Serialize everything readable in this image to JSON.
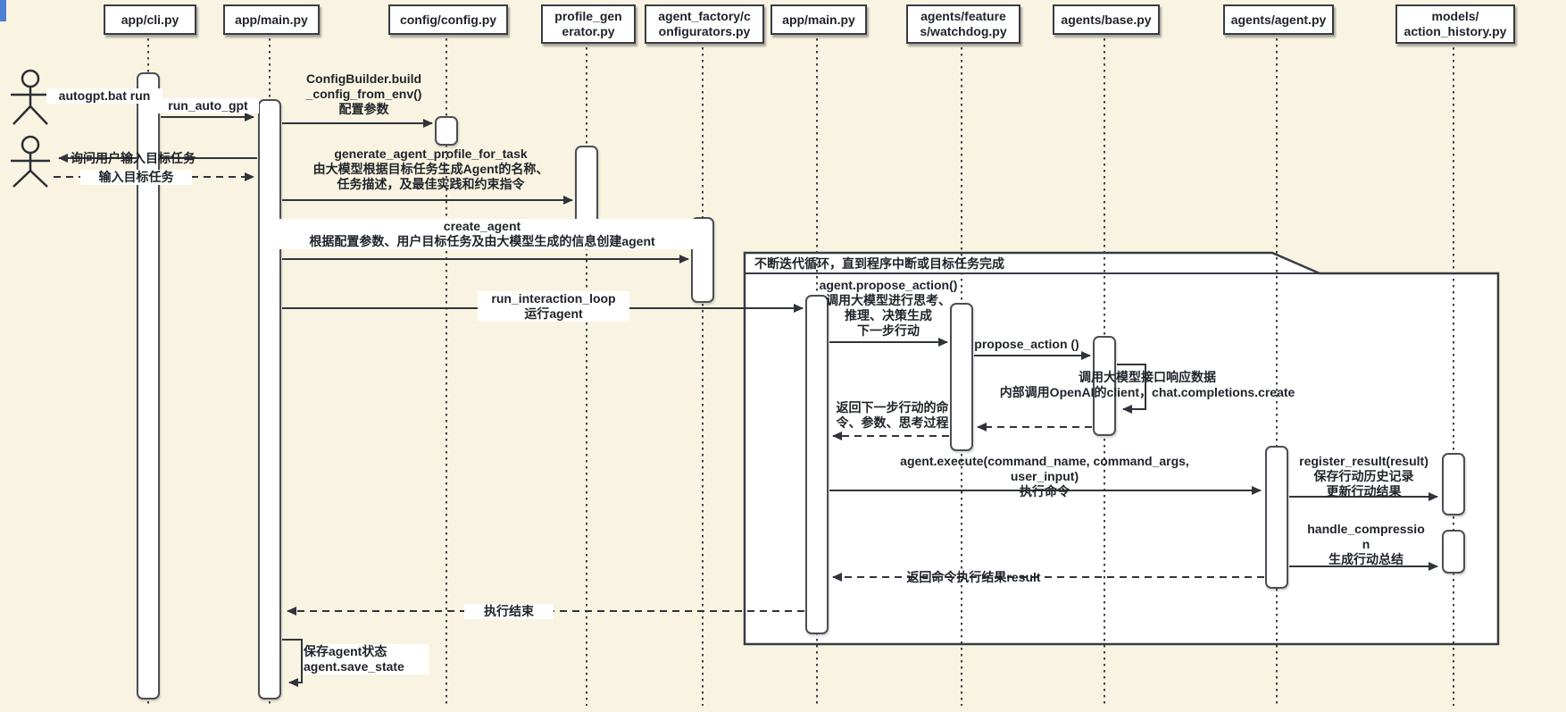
{
  "diagram_type": "uml-sequence-diagram",
  "colors": {
    "background": "#f9f4e2",
    "frame_fill": "#ffffff",
    "line": "#30343a",
    "text": "#1f2329",
    "screen_edge_blue": "#4d7fd2"
  },
  "participants": [
    {
      "id": "app-cli",
      "label": "app/cli.py"
    },
    {
      "id": "app-main-1",
      "label": "app/main.py"
    },
    {
      "id": "config-config",
      "label": "config/config.py"
    },
    {
      "id": "profile-generator",
      "label": "profile_gen\nerator.py"
    },
    {
      "id": "agent-factory",
      "label": "agent_factory/c\nonfigurators.py"
    },
    {
      "id": "app-main-2",
      "label": "app/main.py"
    },
    {
      "id": "agents-watchdog",
      "label": "agents/feature\ns/watchdog.py"
    },
    {
      "id": "agents-base",
      "label": "agents/base.py"
    },
    {
      "id": "agents-agent",
      "label": "agents/agent.py"
    },
    {
      "id": "models-action-history",
      "label": "models/\naction_history.py"
    }
  ],
  "loop_frame": {
    "label": "不断迭代循环，直到程序中断或目标任务完成"
  },
  "messages": {
    "autogpt_run": "autogpt.bat run",
    "run_auto_gpt": "run_auto_gpt",
    "ask_goal": "询问用户输入目标任务",
    "input_goal": "输入目标任务",
    "build_config": "ConfigBuilder.build\n_config_from_env()\n配置参数",
    "generate_profile": "generate_agent_profile_for_task\n由大模型根据目标任务生成Agent的名称、\n任务描述，及最佳实践和约束指令",
    "create_agent": "create_agent\n根据配置参数、用户目标任务及由大模型生成的信息创建agent",
    "run_interaction_loop": "run_interaction_loop\n运行agent",
    "propose_action_main": "agent.propose_action()\n调用大模型进行思考、\n推理、决策生成\n下一步行动",
    "propose_action": "propose_action ()",
    "llm_call": "调用大模型接口响应数据\n内部调用OpenAI的client，chat.completions.create",
    "return_next_action": "返回下一步行动的命\n令、参数、思考过程",
    "agent_execute": "agent.execute(command_name, command_args,\nuser_input)\n执行命令",
    "register_result": "register_result(result)\n保存行动历史记录\n更新行动结果",
    "handle_compression": "handle_compressio\nn\n生成行动总结",
    "return_result": "返回命令执行结果result",
    "execution_end": "执行结束",
    "save_state": "保存agent状态\nagent.save_state"
  }
}
